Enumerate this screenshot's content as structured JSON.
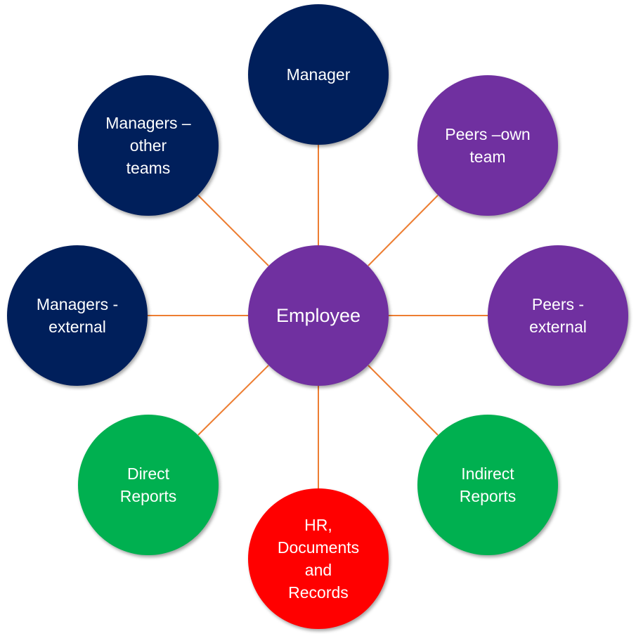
{
  "colors": {
    "navy": "#001f5b",
    "purple": "#7030a0",
    "green": "#00b050",
    "red": "#ff0000",
    "connector": "#ed7d31"
  },
  "nodes": {
    "center": {
      "label": "Employee",
      "color": "purple"
    },
    "manager": {
      "label": "Manager",
      "color": "navy"
    },
    "managers_other_teams": {
      "label": "Managers –\nother\nteams",
      "color": "navy"
    },
    "peers_own_team": {
      "label": "Peers –own\nteam",
      "color": "purple"
    },
    "managers_external": {
      "label": "Managers -\nexternal",
      "color": "navy"
    },
    "peers_external": {
      "label": "Peers -\nexternal",
      "color": "purple"
    },
    "direct_reports": {
      "label": "Direct\nReports",
      "color": "green"
    },
    "indirect_reports": {
      "label": "Indirect\nReports",
      "color": "green"
    },
    "hr_documents_records": {
      "label": "HR,\nDocuments\nand\nRecords",
      "color": "red"
    }
  }
}
